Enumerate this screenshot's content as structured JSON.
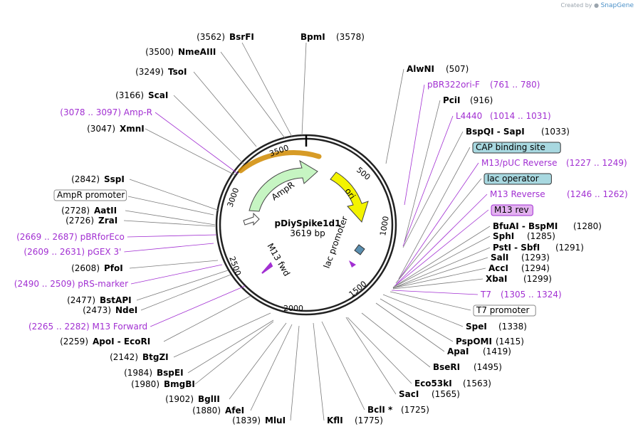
{
  "brand": {
    "created_by": "Created by",
    "app": "SnapGene"
  },
  "plasmid": {
    "name": "pDiySpike1d1",
    "size_label": "3619 bp",
    "length": 3619
  },
  "ticks": [
    "500",
    "1000",
    "1500",
    "2000",
    "2500",
    "3000",
    "3500"
  ],
  "features": [
    {
      "name": "AmpR",
      "color": "#c6f5c2"
    },
    {
      "name": "ori",
      "color": "#f3f300"
    },
    {
      "name": "lac promoter",
      "color": "#ffffff"
    },
    {
      "name": "M13 fwd",
      "color": "#a230d2"
    }
  ],
  "right_labels": [
    {
      "name": "AlwNI",
      "pos": "(507)",
      "kind": "site"
    },
    {
      "name": "pBR322ori-F",
      "pos": "(761 .. 780)",
      "kind": "primer"
    },
    {
      "name": "PciI",
      "pos": "(916)",
      "kind": "site"
    },
    {
      "name": "L4440",
      "pos": "(1014 .. 1031)",
      "kind": "primer"
    },
    {
      "name": "BspQI - SapI",
      "pos": "(1033)",
      "kind": "site"
    },
    {
      "name": "CAP binding site",
      "pos": "",
      "kind": "box_cap"
    },
    {
      "name": "M13/pUC Reverse",
      "pos": "(1227 .. 1249)",
      "kind": "primer"
    },
    {
      "name": "lac operator",
      "pos": "",
      "kind": "box_lac"
    },
    {
      "name": "M13 Reverse",
      "pos": "(1246 .. 1262)",
      "kind": "primer"
    },
    {
      "name": "M13 rev",
      "pos": "",
      "kind": "box_m13"
    },
    {
      "name": "BfuAI - BspMI",
      "pos": "(1280)",
      "kind": "site"
    },
    {
      "name": "SphI",
      "pos": "(1285)",
      "kind": "site"
    },
    {
      "name": "PstI - SbfI",
      "pos": "(1291)",
      "kind": "site"
    },
    {
      "name": "SalI",
      "pos": "(1293)",
      "kind": "site"
    },
    {
      "name": "AccI",
      "pos": "(1294)",
      "kind": "site"
    },
    {
      "name": "XbaI",
      "pos": "(1299)",
      "kind": "site"
    },
    {
      "name": "T7",
      "pos": "(1305 .. 1324)",
      "kind": "primer"
    },
    {
      "name": "T7 promoter",
      "pos": "",
      "kind": "box_white"
    },
    {
      "name": "SpeI",
      "pos": "(1338)",
      "kind": "site"
    },
    {
      "name": "PspOMI",
      "pos": "(1415)",
      "kind": "site"
    },
    {
      "name": "ApaI",
      "pos": "(1419)",
      "kind": "site"
    },
    {
      "name": "BseRI",
      "pos": "(1495)",
      "kind": "site"
    },
    {
      "name": "Eco53kI",
      "pos": "(1563)",
      "kind": "site"
    },
    {
      "name": "SacI",
      "pos": "(1565)",
      "kind": "site"
    },
    {
      "name": "BclI *",
      "pos": "(1725)",
      "kind": "site"
    },
    {
      "name": "KflI",
      "pos": "(1775)",
      "kind": "site"
    }
  ],
  "top_labels": [
    {
      "name": "BsrFI",
      "pos": "(3562)",
      "kind": "site"
    },
    {
      "name": "BpmI",
      "pos": "(3578)",
      "kind": "site"
    }
  ],
  "left_labels": [
    {
      "name": "NmeAIII",
      "pos": "(3500)",
      "kind": "site"
    },
    {
      "name": "TsoI",
      "pos": "(3249)",
      "kind": "site"
    },
    {
      "name": "ScaI",
      "pos": "(3166)",
      "kind": "site"
    },
    {
      "name": "Amp-R",
      "pos": "(3078 .. 3097)",
      "kind": "primer"
    },
    {
      "name": "XmnI",
      "pos": "(3047)",
      "kind": "site"
    },
    {
      "name": "SspI",
      "pos": "(2842)",
      "kind": "site"
    },
    {
      "name": "AmpR promoter",
      "pos": "",
      "kind": "box_white"
    },
    {
      "name": "AatII",
      "pos": "(2728)",
      "kind": "site"
    },
    {
      "name": "ZraI",
      "pos": "(2726)",
      "kind": "site"
    },
    {
      "name": "pBRforEco",
      "pos": "(2669 .. 2687)",
      "kind": "primer"
    },
    {
      "name": "pGEX 3'",
      "pos": "(2609 .. 2631)",
      "kind": "primer"
    },
    {
      "name": "PfoI",
      "pos": "(2608)",
      "kind": "site"
    },
    {
      "name": "pRS-marker",
      "pos": "(2490 .. 2509)",
      "kind": "primer"
    },
    {
      "name": "BstAPI",
      "pos": "(2477)",
      "kind": "site"
    },
    {
      "name": "NdeI",
      "pos": "(2473)",
      "kind": "site"
    },
    {
      "name": "M13 Forward",
      "pos": "(2265 .. 2282)",
      "kind": "primer"
    },
    {
      "name": "ApoI - EcoRI",
      "pos": "(2259)",
      "kind": "site"
    },
    {
      "name": "BtgZI",
      "pos": "(2142)",
      "kind": "site"
    },
    {
      "name": "BspEI",
      "pos": "(1984)",
      "kind": "site"
    },
    {
      "name": "BmgBI",
      "pos": "(1980)",
      "kind": "site"
    },
    {
      "name": "BglII",
      "pos": "(1902)",
      "kind": "site"
    },
    {
      "name": "AfeI",
      "pos": "(1880)",
      "kind": "site"
    },
    {
      "name": "MluI",
      "pos": "(1839)",
      "kind": "site"
    }
  ],
  "colors": {
    "primer": "#a230d2",
    "site": "#000000",
    "cap_box": "#a8d8e0",
    "lac_box": "#a8d8e0",
    "m13_box": "#e3b2f0",
    "amp_arc": "#d08a00"
  }
}
